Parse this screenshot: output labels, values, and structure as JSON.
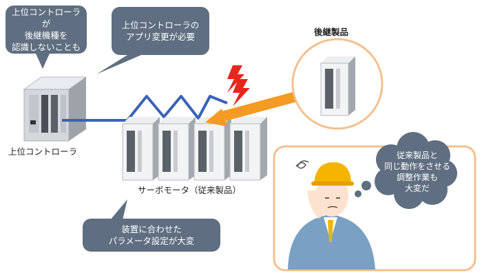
{
  "bubbles": {
    "controller_warning": "上位コントローラが\n後継機種を\n認識しないことも",
    "app_change": "上位コントローラの\nアプリ変更が必要",
    "param_setting": "装置に合わせた\nパラメータ設定が大変",
    "worker_thought": "従来製品と\n同じ動作をさせる\n調整作業も\n大変だ"
  },
  "labels": {
    "controller": "上位コントローラ",
    "servo": "サーボモータ（従来製品）",
    "successor": "後継製品"
  },
  "colors": {
    "bubble": "#5f6e80",
    "cable": "#3a62b7",
    "arrow": "#f59a23",
    "lightning": "#e8261c",
    "circle_border": "#f3c08e",
    "helmet": "#f5b400"
  }
}
